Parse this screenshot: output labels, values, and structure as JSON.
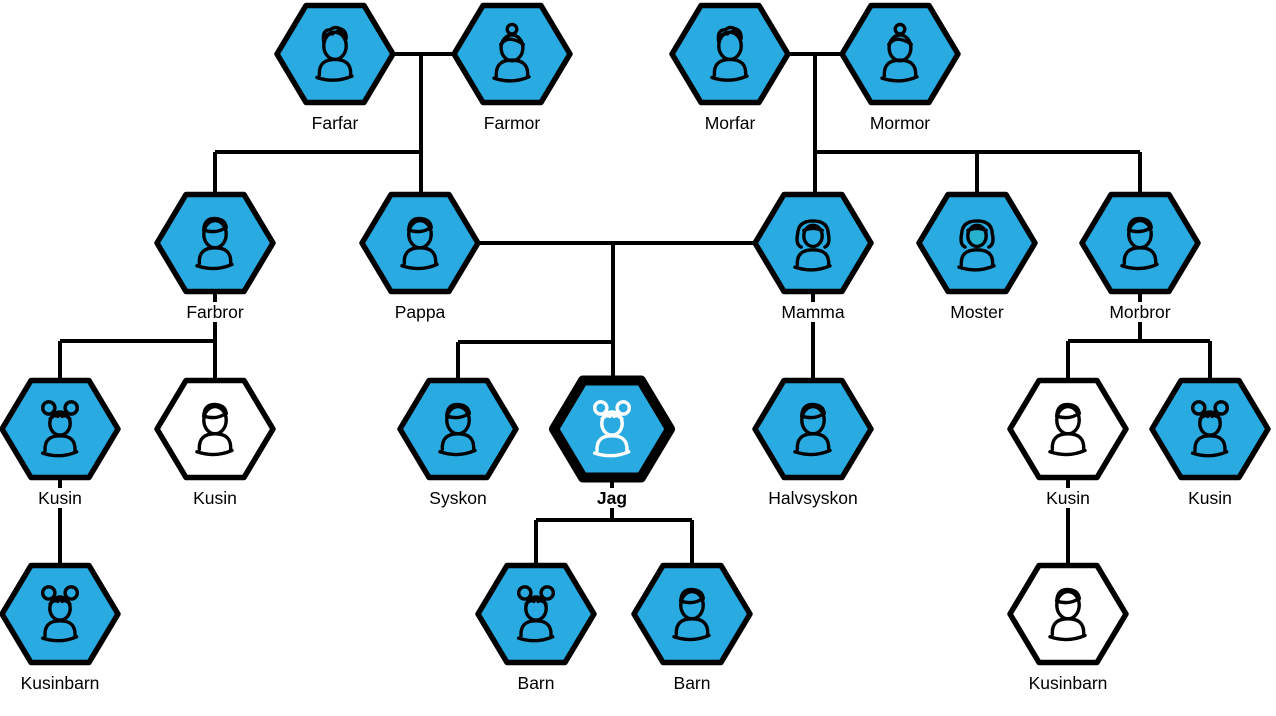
{
  "diagram": {
    "title": "Family tree (Swedish relative names)",
    "colors": {
      "background": "#FFFFFF",
      "line": "#000000",
      "node_fill_blue": "#29ABE2",
      "node_fill_white": "#FFFFFF",
      "node_outline": "#000000",
      "highlight_ring": "#8ED8F8",
      "highlight_icon": "#FFFFFF",
      "icon_stroke": "#000000",
      "moster_face_fill": "#26B2CC"
    },
    "nodes": [
      {
        "id": "farfar",
        "label": "Farfar",
        "icon": "man-curly-hair",
        "fill": "blue"
      },
      {
        "id": "farmor",
        "label": "Farmor",
        "icon": "woman-bun",
        "fill": "blue"
      },
      {
        "id": "morfar",
        "label": "Morfar",
        "icon": "man-curly-hair",
        "fill": "blue"
      },
      {
        "id": "mormor",
        "label": "Mormor",
        "icon": "woman-bun",
        "fill": "blue"
      },
      {
        "id": "farbror",
        "label": "Farbror",
        "icon": "man",
        "fill": "blue"
      },
      {
        "id": "pappa",
        "label": "Pappa",
        "icon": "man",
        "fill": "blue"
      },
      {
        "id": "mamma",
        "label": "Mamma",
        "icon": "woman-bob",
        "fill": "blue"
      },
      {
        "id": "moster",
        "label": "Moster",
        "icon": "woman-bob",
        "fill": "blue",
        "face_fill": true
      },
      {
        "id": "morbror",
        "label": "Morbror",
        "icon": "man",
        "fill": "blue"
      },
      {
        "id": "kusin-1",
        "label": "Kusin",
        "icon": "girl-buns",
        "fill": "blue"
      },
      {
        "id": "kusin-2",
        "label": "Kusin",
        "icon": "man",
        "fill": "white"
      },
      {
        "id": "syskon",
        "label": "Syskon",
        "icon": "man",
        "fill": "blue"
      },
      {
        "id": "jag",
        "label": "Jag",
        "icon": "girl-buns",
        "fill": "blue",
        "highlight": true
      },
      {
        "id": "halvsyskon",
        "label": "Halvsyskon",
        "icon": "man",
        "fill": "blue"
      },
      {
        "id": "kusin-3",
        "label": "Kusin",
        "icon": "man",
        "fill": "white"
      },
      {
        "id": "kusin-4",
        "label": "Kusin",
        "icon": "girl-buns",
        "fill": "blue"
      },
      {
        "id": "kusinbarn-1",
        "label": "Kusinbarn",
        "icon": "girl-buns",
        "fill": "blue"
      },
      {
        "id": "barn-1",
        "label": "Barn",
        "icon": "girl-buns",
        "fill": "blue"
      },
      {
        "id": "barn-2",
        "label": "Barn",
        "icon": "man",
        "fill": "blue"
      },
      {
        "id": "kusinbarn-2",
        "label": "Kusinbarn",
        "icon": "man",
        "fill": "white"
      }
    ]
  }
}
